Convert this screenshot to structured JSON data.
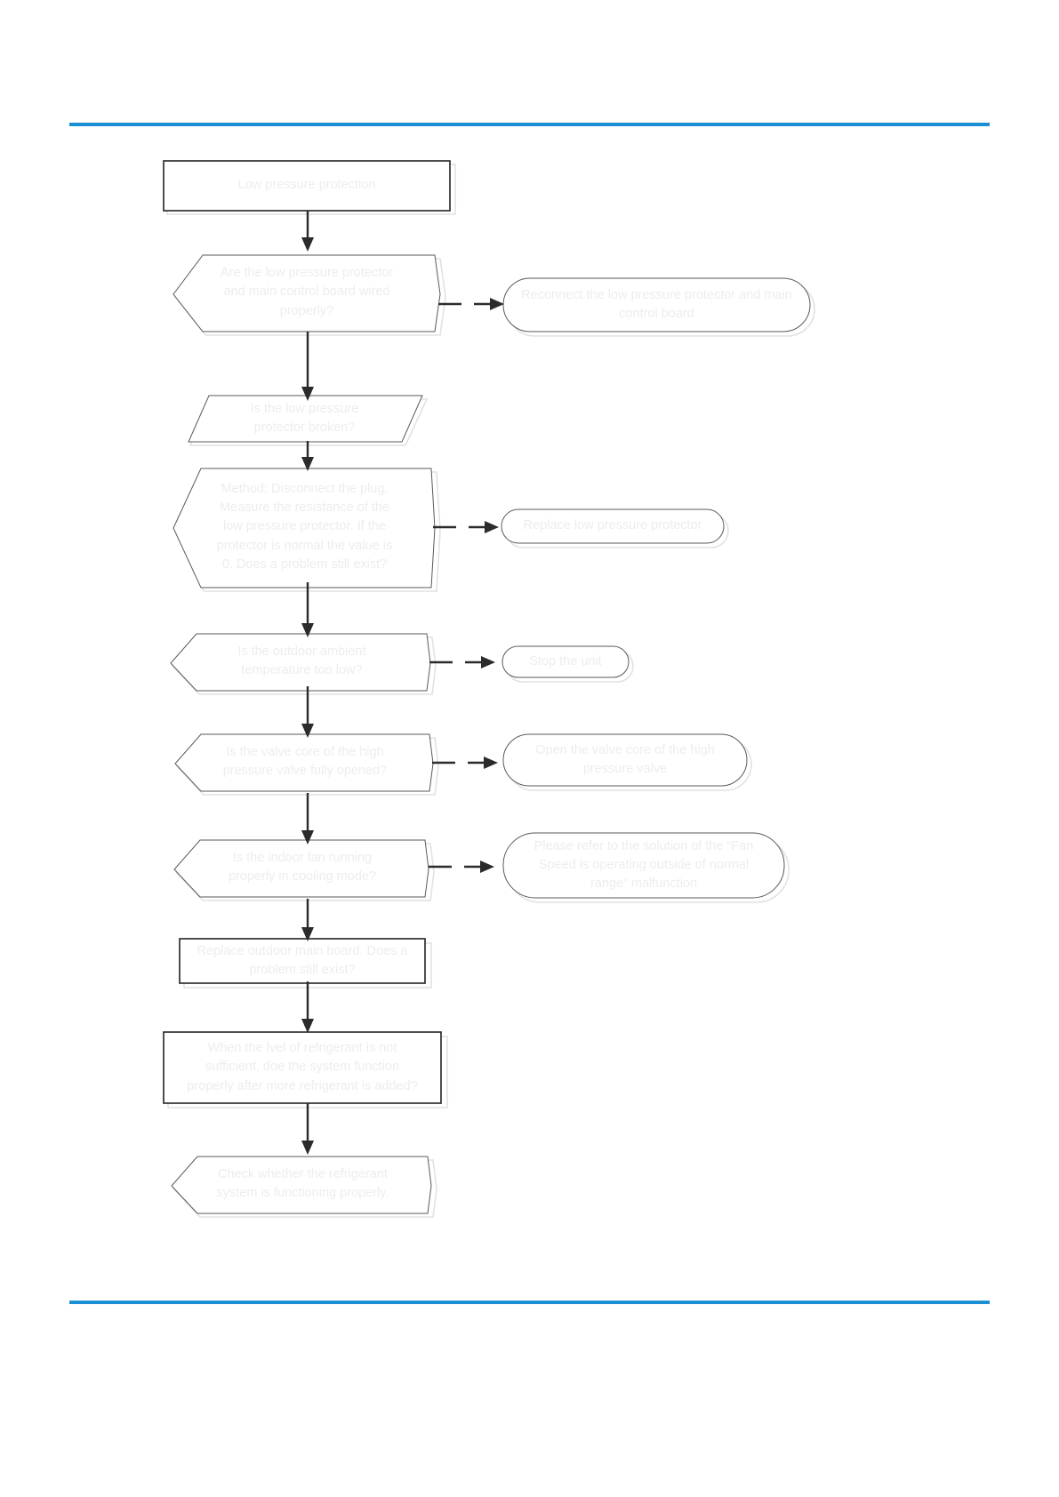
{
  "page": {
    "title": "Low pressure protection troubleshooting flowchart",
    "rule_color": "#1B8FD4",
    "text_color": "#EDEDED",
    "outline_color": "#5A5A5A",
    "connector_color": "#2B2B2B"
  },
  "chart_data": {
    "type": "diagram",
    "diagram_type": "flowchart",
    "title": "Low pressure protection",
    "orientation": "top-to-bottom with right branch outcomes",
    "nodes": [
      {
        "id": "n1",
        "shape": "rectangle",
        "text": "Low pressure protection"
      },
      {
        "id": "n2",
        "shape": "hexagon",
        "text": "Are the low pressure protector\nand main control board wired\nproperly?"
      },
      {
        "id": "n3",
        "shape": "rounded",
        "text": "Reconnect the low pressure protector and main\ncontrol board"
      },
      {
        "id": "n4",
        "shape": "parallelogram",
        "text": "Is the low pressure\nprotector broken?"
      },
      {
        "id": "n5",
        "shape": "hexagon",
        "text": "Method: Disconnect the plug.\nMeasure the resistance of the\nlow pressure protector. If the\nprotector is normal the value is\n0. Does a problem still exist?"
      },
      {
        "id": "n6",
        "shape": "rounded",
        "text": "Replace low pressure protector"
      },
      {
        "id": "n7",
        "shape": "hexagon",
        "text": "Is the outdoor ambient\ntemperature too low?"
      },
      {
        "id": "n8",
        "shape": "rounded",
        "text": "Stop the unit"
      },
      {
        "id": "n9",
        "shape": "hexagon",
        "text": "Is the valve core of the high\npressure valve fully opened?"
      },
      {
        "id": "n10",
        "shape": "rounded",
        "text": "Open the valve core of the high\npressure valve"
      },
      {
        "id": "n11",
        "shape": "hexagon",
        "text": "Is  the indoor fan running\nproperly in cooling mode?"
      },
      {
        "id": "n12",
        "shape": "rounded",
        "text": "Please refer to the solution of the  “Fan\nSpeed is operating outside of normal\nrange” malfunction"
      },
      {
        "id": "n13",
        "shape": "rectangle",
        "text": "Replace outdoor main board. Does a\nproblem still exist?"
      },
      {
        "id": "n14",
        "shape": "rectangle",
        "text": "When the lvel of refrigerant is not\nsufficient, doe the system function\nproperly after more refrigerant is added?"
      },
      {
        "id": "n15",
        "shape": "hexagon",
        "text": "Check whether the refrigerant\nsystem is functioning properly."
      }
    ],
    "edges": [
      {
        "from": "n1",
        "to": "n2",
        "direction": "down"
      },
      {
        "from": "n2",
        "to": "n3",
        "direction": "right"
      },
      {
        "from": "n2",
        "to": "n4",
        "direction": "down"
      },
      {
        "from": "n4",
        "to": "n5",
        "direction": "down"
      },
      {
        "from": "n5",
        "to": "n6",
        "direction": "right"
      },
      {
        "from": "n5",
        "to": "n7",
        "direction": "down"
      },
      {
        "from": "n7",
        "to": "n8",
        "direction": "right"
      },
      {
        "from": "n7",
        "to": "n9",
        "direction": "down"
      },
      {
        "from": "n9",
        "to": "n10",
        "direction": "right"
      },
      {
        "from": "n9",
        "to": "n11",
        "direction": "down"
      },
      {
        "from": "n11",
        "to": "n12",
        "direction": "right"
      },
      {
        "from": "n11",
        "to": "n13",
        "direction": "down"
      },
      {
        "from": "n13",
        "to": "n14",
        "direction": "down"
      },
      {
        "from": "n14",
        "to": "n15",
        "direction": "down"
      }
    ]
  },
  "nodes": {
    "n1": "Low pressure protection",
    "n2": "Are the low pressure protector\nand main control board wired\nproperly?",
    "n3": "Reconnect the low pressure protector and main\ncontrol board",
    "n4": "Is the low pressure\nprotector broken?",
    "n5": "Method: Disconnect the plug.\nMeasure the resistance of the\nlow pressure protector. If the\nprotector is normal the value is\n0. Does a problem still exist?",
    "n6": "Replace low pressure protector",
    "n7": "Is the outdoor ambient\ntemperature too low?",
    "n8": "Stop the unit",
    "n9": "Is the valve core of the high\npressure valve fully opened?",
    "n10": "Open the valve core of the high\npressure valve",
    "n11": "Is  the indoor fan running\nproperly in cooling mode?",
    "n12": "Please refer to the solution of the  “Fan\nSpeed is operating outside of normal\nrange” malfunction",
    "n13": "Replace outdoor main board. Does a\nproblem still exist?",
    "n14": "When the lvel of refrigerant is not\nsufficient, doe the system function\nproperly after more refrigerant is added?",
    "n15": "Check whether the refrigerant\nsystem is functioning properly."
  }
}
